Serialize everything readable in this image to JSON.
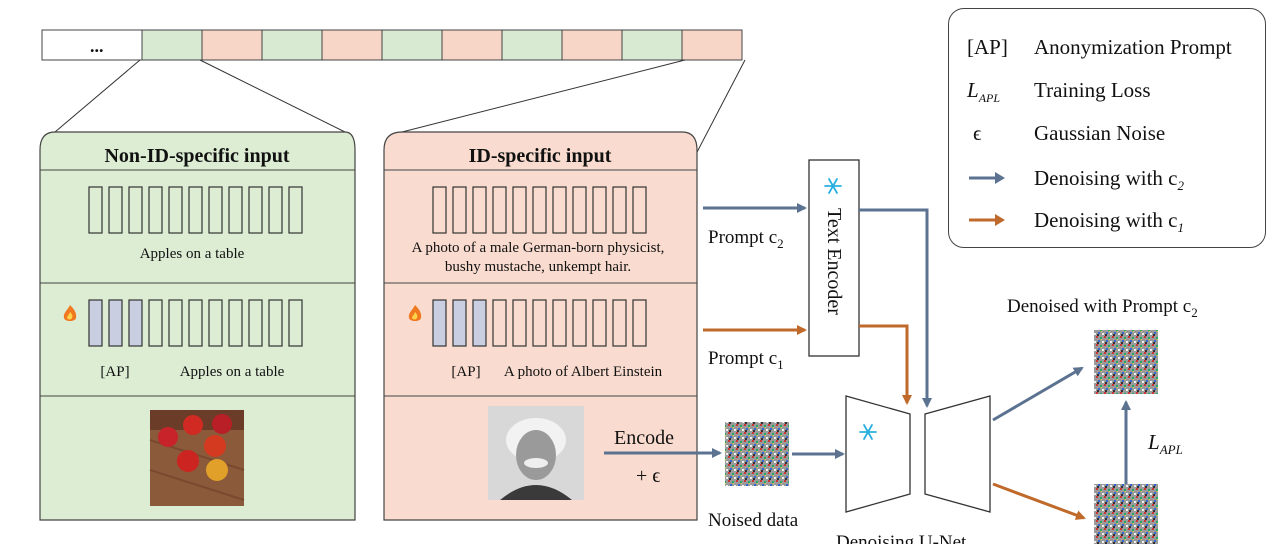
{
  "token_strip": {
    "first_label": "...",
    "colors": [
      "#ffffff",
      "#d8ead2",
      "#f7d6c8",
      "#d8ead2",
      "#f7d6c8",
      "#d8ead2",
      "#f7d6c8",
      "#d8ead2",
      "#f7d6c8",
      "#d8ead2",
      "#f7d6c8"
    ]
  },
  "non_id_panel": {
    "title": "Non-ID-specific input",
    "caption_top": "Apples on a table",
    "ap_label": "[AP]",
    "caption_bottom": "Apples on a table",
    "image_icon": "apples-photo"
  },
  "id_panel": {
    "title": "ID-specific input",
    "caption_top_line1": "A photo of a male German-born physicist,",
    "caption_top_line2": "bushy mustache, unkempt hair.",
    "ap_label": "[AP]",
    "caption_bottom": "A photo of Albert Einstein",
    "image_icon": "portrait-photo"
  },
  "flow": {
    "prompt_c2": "Prompt c",
    "prompt_c2_sub": "2",
    "prompt_c1": "Prompt c",
    "prompt_c1_sub": "1",
    "text_encoder": "Text Encoder",
    "encode": "Encode",
    "plus_eps": "+ ϵ",
    "noised_data": "Noised data",
    "unet": "Denoising U-Net",
    "denoised_c2": "Denoised with Prompt c",
    "denoised_c2_sub": "2",
    "loss": "L",
    "loss_sub": "APL",
    "snowflake_icon": "snowflake-icon",
    "flame_icon": "flame-icon"
  },
  "legend": {
    "rows": [
      {
        "symbol": "[AP]",
        "text": "Anonymization Prompt"
      },
      {
        "symbol": "L",
        "symbol_sub": "APL",
        "text": "Training Loss"
      },
      {
        "symbol": "ϵ",
        "text": "Gaussian Noise"
      },
      {
        "symbol": "arrow-blue",
        "text": "Denoising with c",
        "text_sub": "2"
      },
      {
        "symbol": "arrow-orange",
        "text": "Denoising with c",
        "text_sub": "1"
      }
    ]
  },
  "colors": {
    "green_panel": "#dcedd4",
    "orange_panel": "#f9dccf",
    "blue_arrow": "#5b7290",
    "orange_arrow": "#bf6a2a",
    "token_fill": "#c9cfe0"
  }
}
